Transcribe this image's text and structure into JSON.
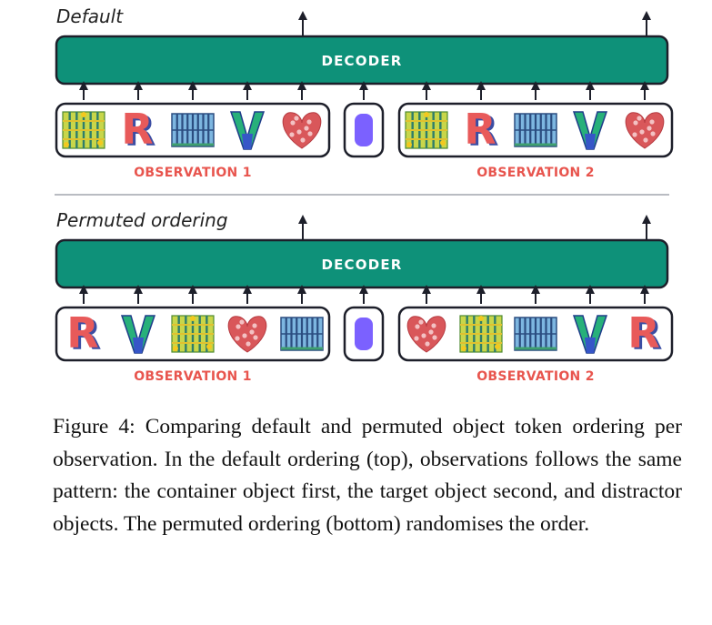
{
  "figure": {
    "panels": [
      {
        "label": "Default",
        "decoder_label": "DECODER",
        "observations": [
          {
            "label": "OBSERVATION 1",
            "objects": [
              "grid",
              "R",
              "rack",
              "V",
              "heart"
            ]
          },
          {
            "label": "OBSERVATION 2",
            "objects": [
              "grid",
              "R",
              "rack",
              "V",
              "heart"
            ]
          }
        ]
      },
      {
        "label": "Permuted ordering",
        "decoder_label": "DECODER",
        "observations": [
          {
            "label": "OBSERVATION 1",
            "objects": [
              "R",
              "V",
              "grid",
              "heart",
              "rack"
            ]
          },
          {
            "label": "OBSERVATION 2",
            "objects": [
              "heart",
              "grid",
              "rack",
              "V",
              "R"
            ]
          }
        ]
      }
    ],
    "colors": {
      "decoder": "#0e9179",
      "separator_token": "#7b61ff",
      "observation_label": "#e8554e",
      "outline": "#1d1f2a"
    }
  },
  "caption": "Figure 4: Comparing default and permuted object token ordering per observation. In the default ordering (top), observations follows the same pattern: the container object first, the target object second, and distractor objects. The permuted ordering (bottom) randomises the order."
}
